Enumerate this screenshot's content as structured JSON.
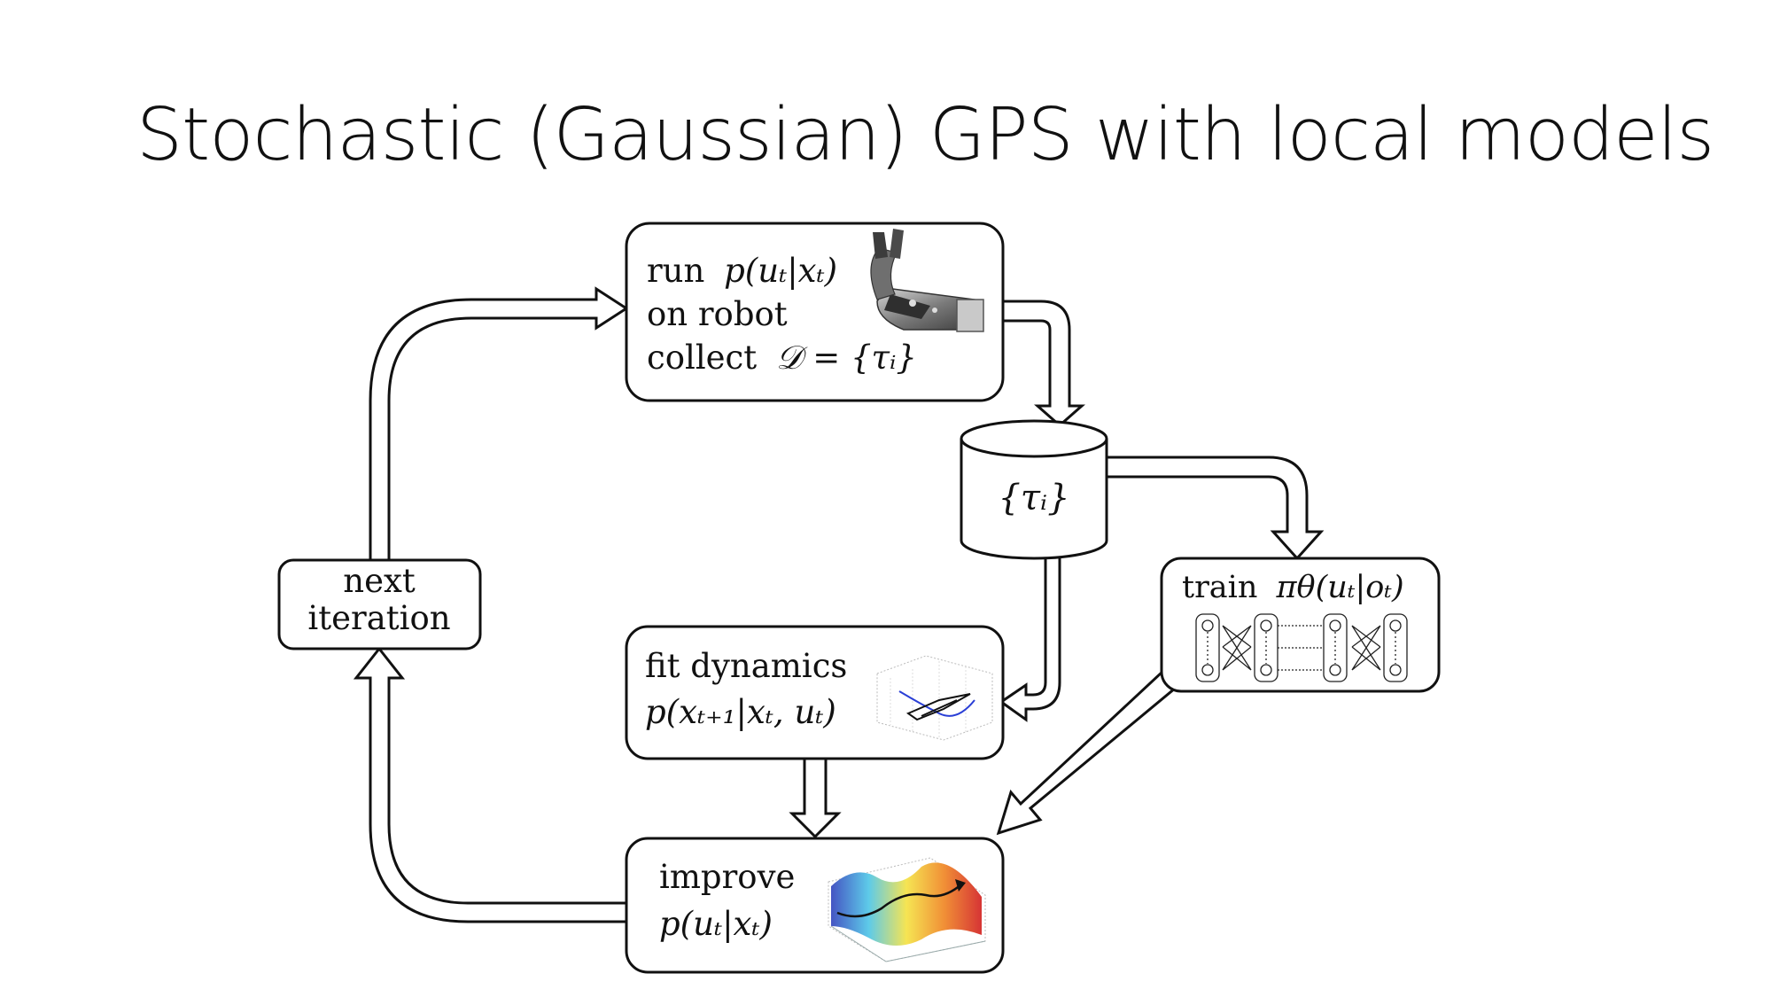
{
  "title": "Stochastic (Gaussian) GPS with local models",
  "nodes": {
    "run": {
      "line1_word": "run",
      "line1_math": "p(uₜ|xₜ)",
      "line2": "on robot",
      "line3_word": "collect",
      "line3_math": "𝒟 = {τᵢ}"
    },
    "database": {
      "label": "{τᵢ}"
    },
    "train": {
      "word": "train",
      "math": "πθ(uₜ|oₜ)"
    },
    "next": {
      "line1": "next",
      "line2": "iteration"
    },
    "fit": {
      "line1": "fit dynamics",
      "line2": "p(xₜ₊₁|xₜ, uₜ)"
    },
    "improve": {
      "line1": "improve",
      "line2": "p(uₜ|xₜ)"
    }
  },
  "icons": {
    "robot": "robot-arm-icon",
    "network": "neural-network-icon",
    "dynamics": "dynamics-plot-icon",
    "cost": "cost-surface-icon"
  },
  "colors": {
    "stroke": "#111111",
    "background": "#ffffff"
  }
}
